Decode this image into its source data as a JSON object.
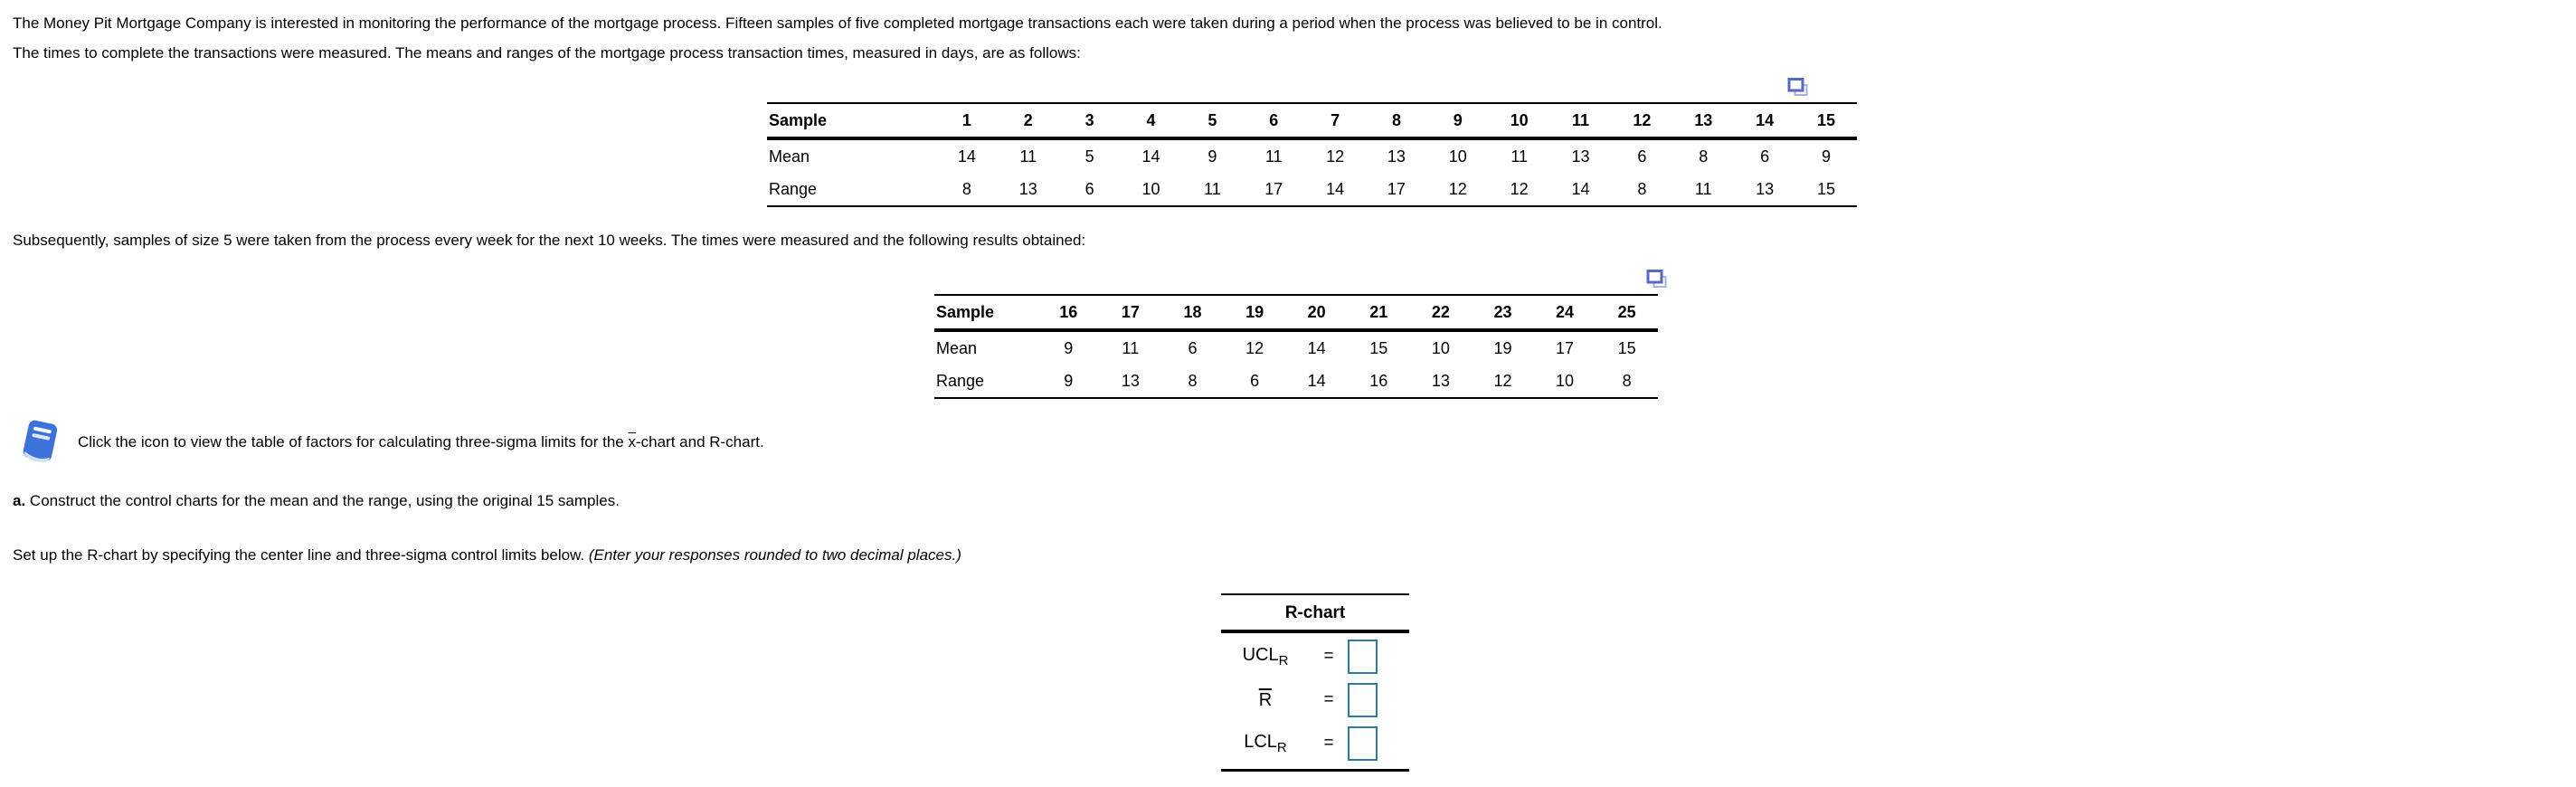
{
  "intro": {
    "line1": "The Money Pit Mortgage Company is interested in monitoring the performance of the mortgage process. Fifteen samples of five completed mortgage transactions each were taken during a period when the process was believed to be in control.",
    "line2": "The times to complete the transactions were measured. The means and ranges of the mortgage process transaction times, measured in days, are as follows:"
  },
  "table1": {
    "header_label": "Sample",
    "mean_label": "Mean",
    "range_label": "Range",
    "samples": [
      "1",
      "2",
      "3",
      "4",
      "5",
      "6",
      "7",
      "8",
      "9",
      "10",
      "11",
      "12",
      "13",
      "14",
      "15"
    ],
    "means": [
      14,
      11,
      5,
      14,
      9,
      11,
      12,
      13,
      10,
      11,
      13,
      6,
      8,
      6,
      9
    ],
    "ranges": [
      8,
      13,
      6,
      10,
      11,
      17,
      14,
      17,
      12,
      12,
      14,
      8,
      11,
      13,
      15
    ]
  },
  "para2": "Subsequently, samples of size 5 were taken from the process every week for the next 10 weeks. The times were measured and the following results obtained:",
  "table2": {
    "header_label": "Sample",
    "mean_label": "Mean",
    "range_label": "Range",
    "samples": [
      "16",
      "17",
      "18",
      "19",
      "20",
      "21",
      "22",
      "23",
      "24",
      "25"
    ],
    "means": [
      9,
      11,
      6,
      12,
      14,
      15,
      10,
      19,
      17,
      15
    ],
    "ranges": [
      9,
      13,
      8,
      6,
      14,
      16,
      13,
      12,
      10,
      8
    ]
  },
  "clickline": {
    "pre": "Click the icon to view the table of factors for calculating three-sigma limits for the ",
    "xbar": "x",
    "post": "-chart and R-chart."
  },
  "part_a": {
    "label": "a.",
    "text": " Construct the control charts for the mean and the range, using the original 15 samples."
  },
  "setup_line": {
    "normal": "Set up the R-chart by specifying the center line and three-sigma control limits below. ",
    "italic": "(Enter your responses rounded to two decimal places.)"
  },
  "rchart": {
    "title": "R-chart",
    "ucl_label": "UCL",
    "ucl_sub": "R",
    "rbar_label": "R",
    "lcl_label": "LCL",
    "lcl_sub": "R",
    "eq": "=",
    "ucl_value": "",
    "rbar_value": "",
    "lcl_value": ""
  },
  "colors": {
    "input_border": "#2e7b9e",
    "copy_icon_front": "#5a68c5",
    "copy_icon_back": "#a9b0de",
    "book_icon_blue": "#3c72da"
  }
}
